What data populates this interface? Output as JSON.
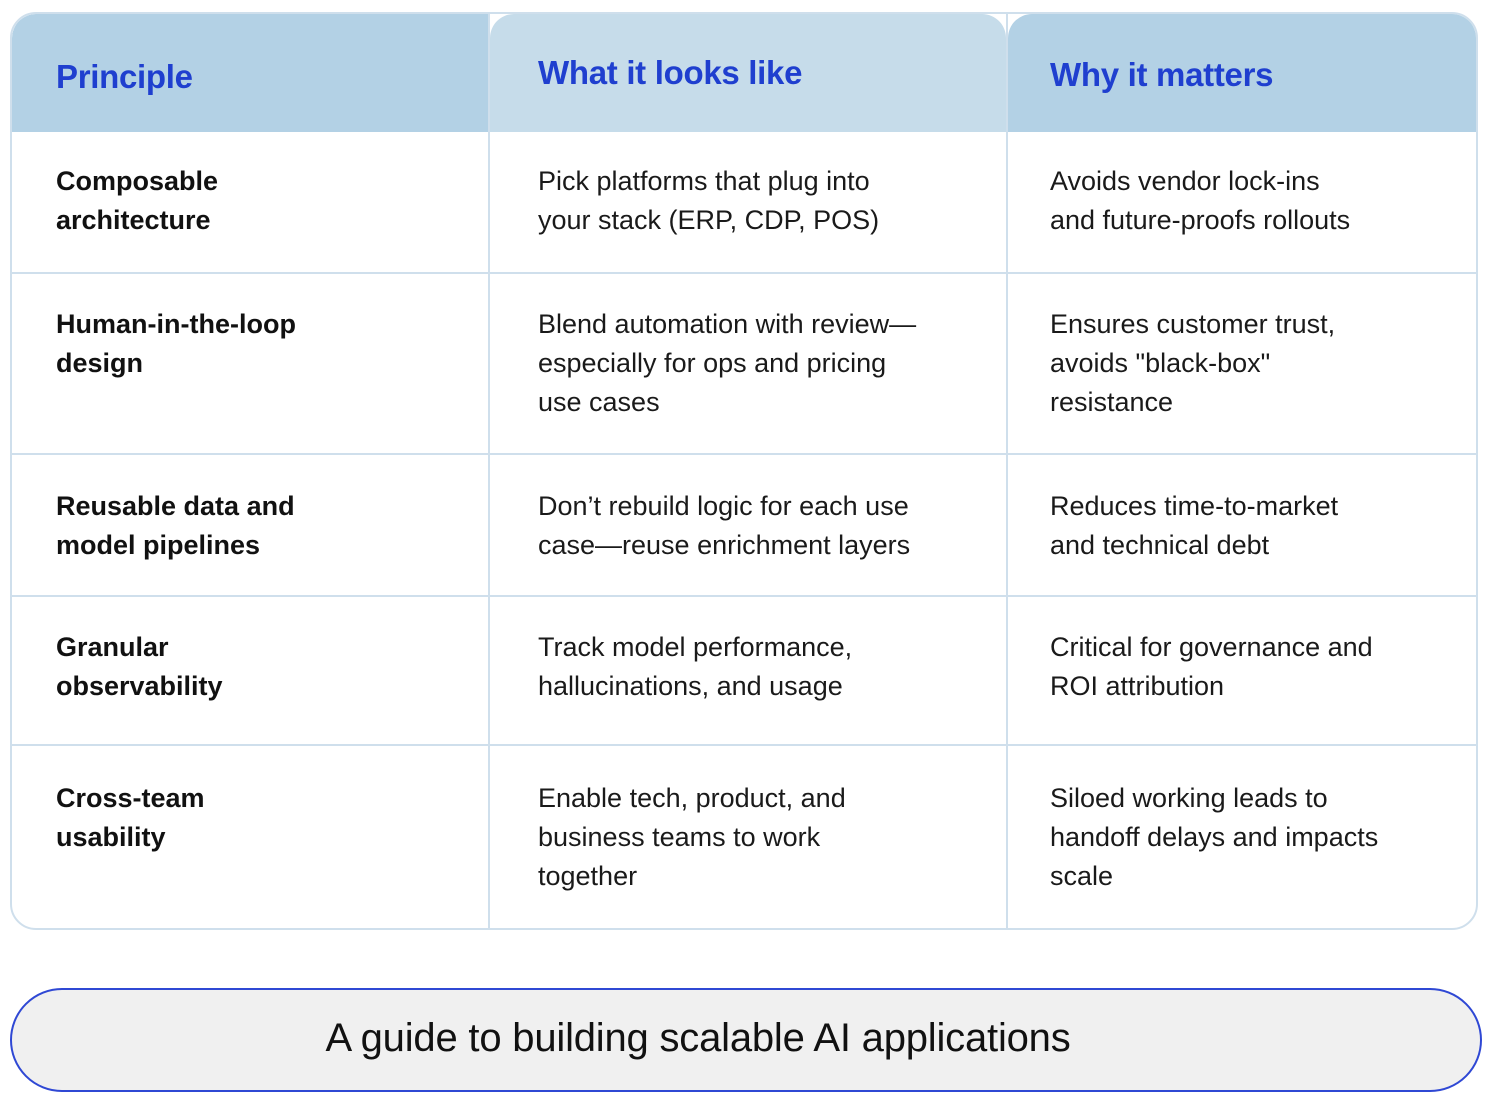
{
  "table": {
    "headers": [
      "Principle",
      "What it looks like",
      "Why it matters"
    ],
    "rows": [
      {
        "principle": [
          "Composable",
          "architecture"
        ],
        "looks_like": [
          "Pick platforms that plug into",
          "your stack (ERP, CDP, POS)"
        ],
        "matters": [
          "Avoids vendor lock-ins",
          "and future-proofs rollouts"
        ]
      },
      {
        "principle": [
          "Human-in-the-loop",
          "design"
        ],
        "looks_like": [
          "Blend automation with review—",
          "especially for ops and pricing",
          "use cases"
        ],
        "matters": [
          "Ensures customer trust,",
          "avoids \"black-box\"",
          "resistance"
        ]
      },
      {
        "principle": [
          "Reusable data and",
          "model pipelines"
        ],
        "looks_like": [
          "Don’t rebuild logic for each use",
          "case—reuse enrichment layers"
        ],
        "matters": [
          "Reduces time-to-market",
          "and technical debt"
        ]
      },
      {
        "principle": [
          "Granular",
          "observability"
        ],
        "looks_like": [
          "Track model performance,",
          "hallucinations, and usage"
        ],
        "matters": [
          "Critical for governance and",
          "ROI attribution"
        ]
      },
      {
        "principle": [
          "Cross-team",
          "usability"
        ],
        "looks_like": [
          "Enable tech, product, and",
          "business teams to work",
          "together"
        ],
        "matters": [
          "Siloed working leads to",
          "handoff delays and impacts",
          "scale"
        ]
      }
    ]
  },
  "footer": {
    "caption": "A guide to building scalable AI applications"
  },
  "colors": {
    "header_text": "#1f3fcf",
    "header_bg": "#b3d1e5",
    "header_bg_middle": "#c6dcea",
    "grid_line": "#cfdfec",
    "footer_border": "#2f48d4",
    "footer_bg": "#f0f0f0"
  }
}
